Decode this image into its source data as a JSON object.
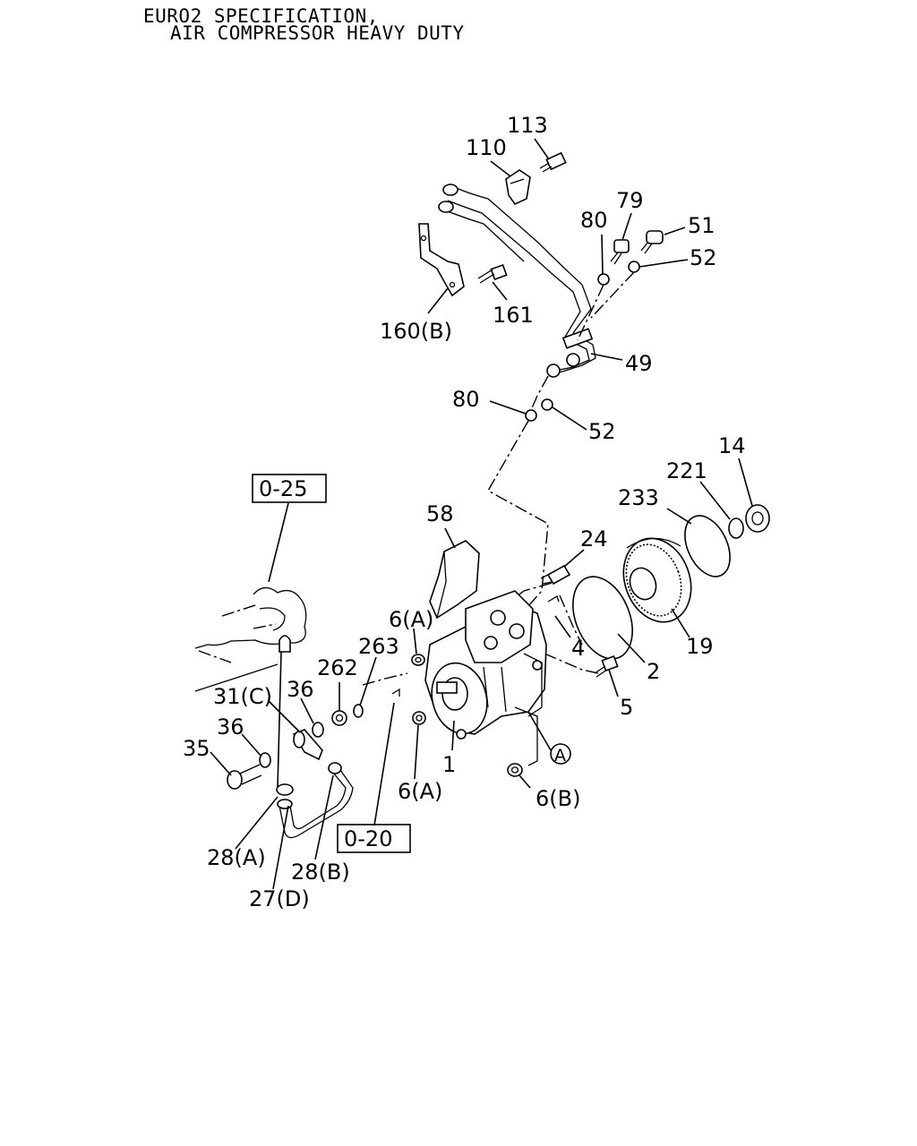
{
  "title": {
    "line1": "EURO2 SPECIFICATION,",
    "line2": "AIR COMPRESSOR HEAVY DUTY"
  },
  "labels": {
    "p113": "113",
    "p110": "110",
    "p79": "79",
    "p80a": "80",
    "p51": "51",
    "p52a": "52",
    "p161": "161",
    "p160b": "160(B)",
    "p49": "49",
    "p80b": "80",
    "p52b": "52",
    "p14": "14",
    "p221": "221",
    "p233": "233",
    "p58": "58",
    "p24": "24",
    "p6a_top": "6(A)",
    "p263": "263",
    "p262": "262",
    "p4": "4",
    "p2": "2",
    "p19": "19",
    "p5": "5",
    "p31c": "31(C)",
    "p36a": "36",
    "p36b": "36",
    "p35": "35",
    "p1": "1",
    "p6a_bot": "6(A)",
    "p6b": "6(B)",
    "pA": "A",
    "p28a": "28(A)",
    "p28b": "28(B)",
    "p27d": "27(D)"
  },
  "refs": {
    "r025": "0-25",
    "r020": "0-20"
  }
}
